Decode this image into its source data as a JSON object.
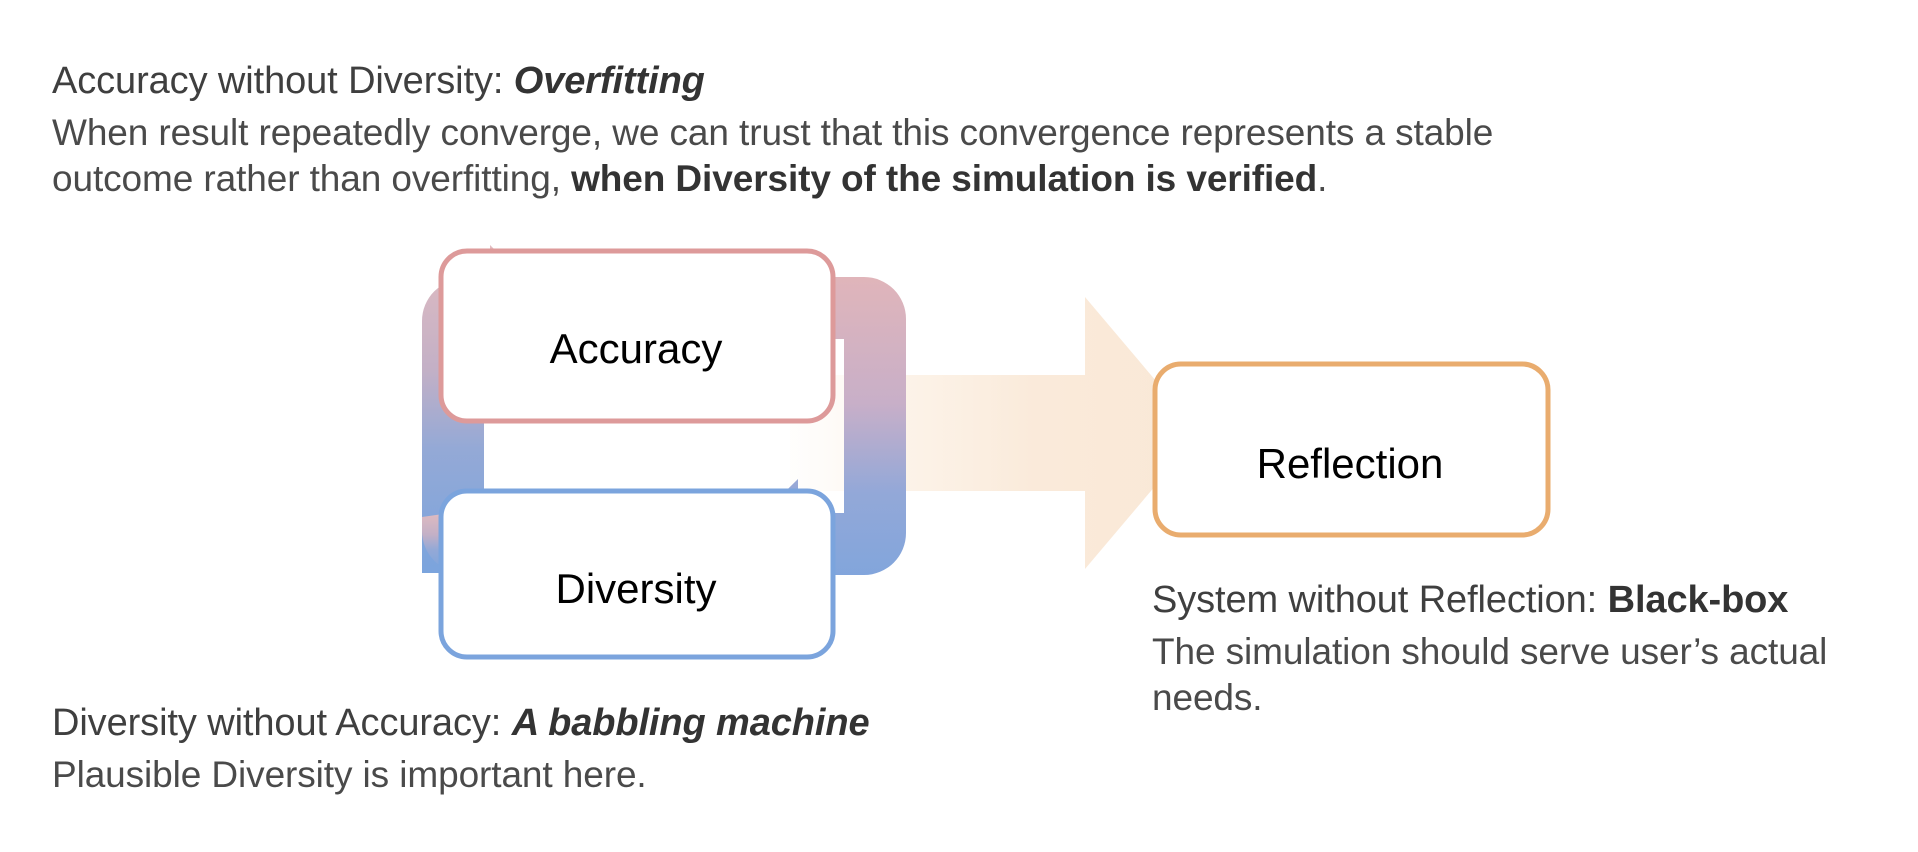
{
  "notes": {
    "top": {
      "heading_prefix": "Accuracy without Diversity: ",
      "heading_emphasis": "Overfitting",
      "line1": "When result repeatedly converge, we can trust that this convergence represents a stable",
      "line2_prefix": "outcome rather than overfitting, ",
      "line2_bold": "when Diversity of the simulation is verified",
      "line2_suffix": "."
    },
    "bottom_left": {
      "heading_prefix": "Diversity without Accuracy: ",
      "heading_emphasis": "A babbling machine",
      "line1": "Plausible Diversity is important here."
    },
    "right": {
      "heading_prefix": "System without Reflection: ",
      "heading_emphasis": "Black-box",
      "line1": "The simulation should serve user’s actual needs."
    }
  },
  "diagram": {
    "nodes": [
      {
        "id": "accuracy",
        "label": "Accuracy",
        "border_color": "#dd9a9a"
      },
      {
        "id": "diversity",
        "label": "Diversity",
        "border_color": "#7ba4dd"
      },
      {
        "id": "reflection",
        "label": "Reflection",
        "border_color": "#e9ac6e"
      }
    ],
    "arrows": [
      {
        "id": "diversity-to-accuracy",
        "direction": "up-then-right",
        "from": "diversity",
        "to": "accuracy",
        "gradient_from": "#7ba4dd",
        "gradient_to": "#dfb6bb"
      },
      {
        "id": "accuracy-to-diversity",
        "direction": "down-then-left",
        "from": "accuracy",
        "to": "diversity",
        "gradient_from": "#dfb6bb",
        "gradient_to": "#7ba4dd"
      },
      {
        "id": "loop-to-reflection",
        "direction": "right",
        "from": "loop",
        "to": "reflection",
        "color": "#faebd9"
      }
    ]
  },
  "colors": {
    "accuracy_border": "#dd9a9a",
    "diversity_border": "#7ba4dd",
    "reflection_border": "#e9ac6e",
    "big_arrow": "#faebd9",
    "text": "#3f3f3f",
    "background": "#ffffff"
  }
}
